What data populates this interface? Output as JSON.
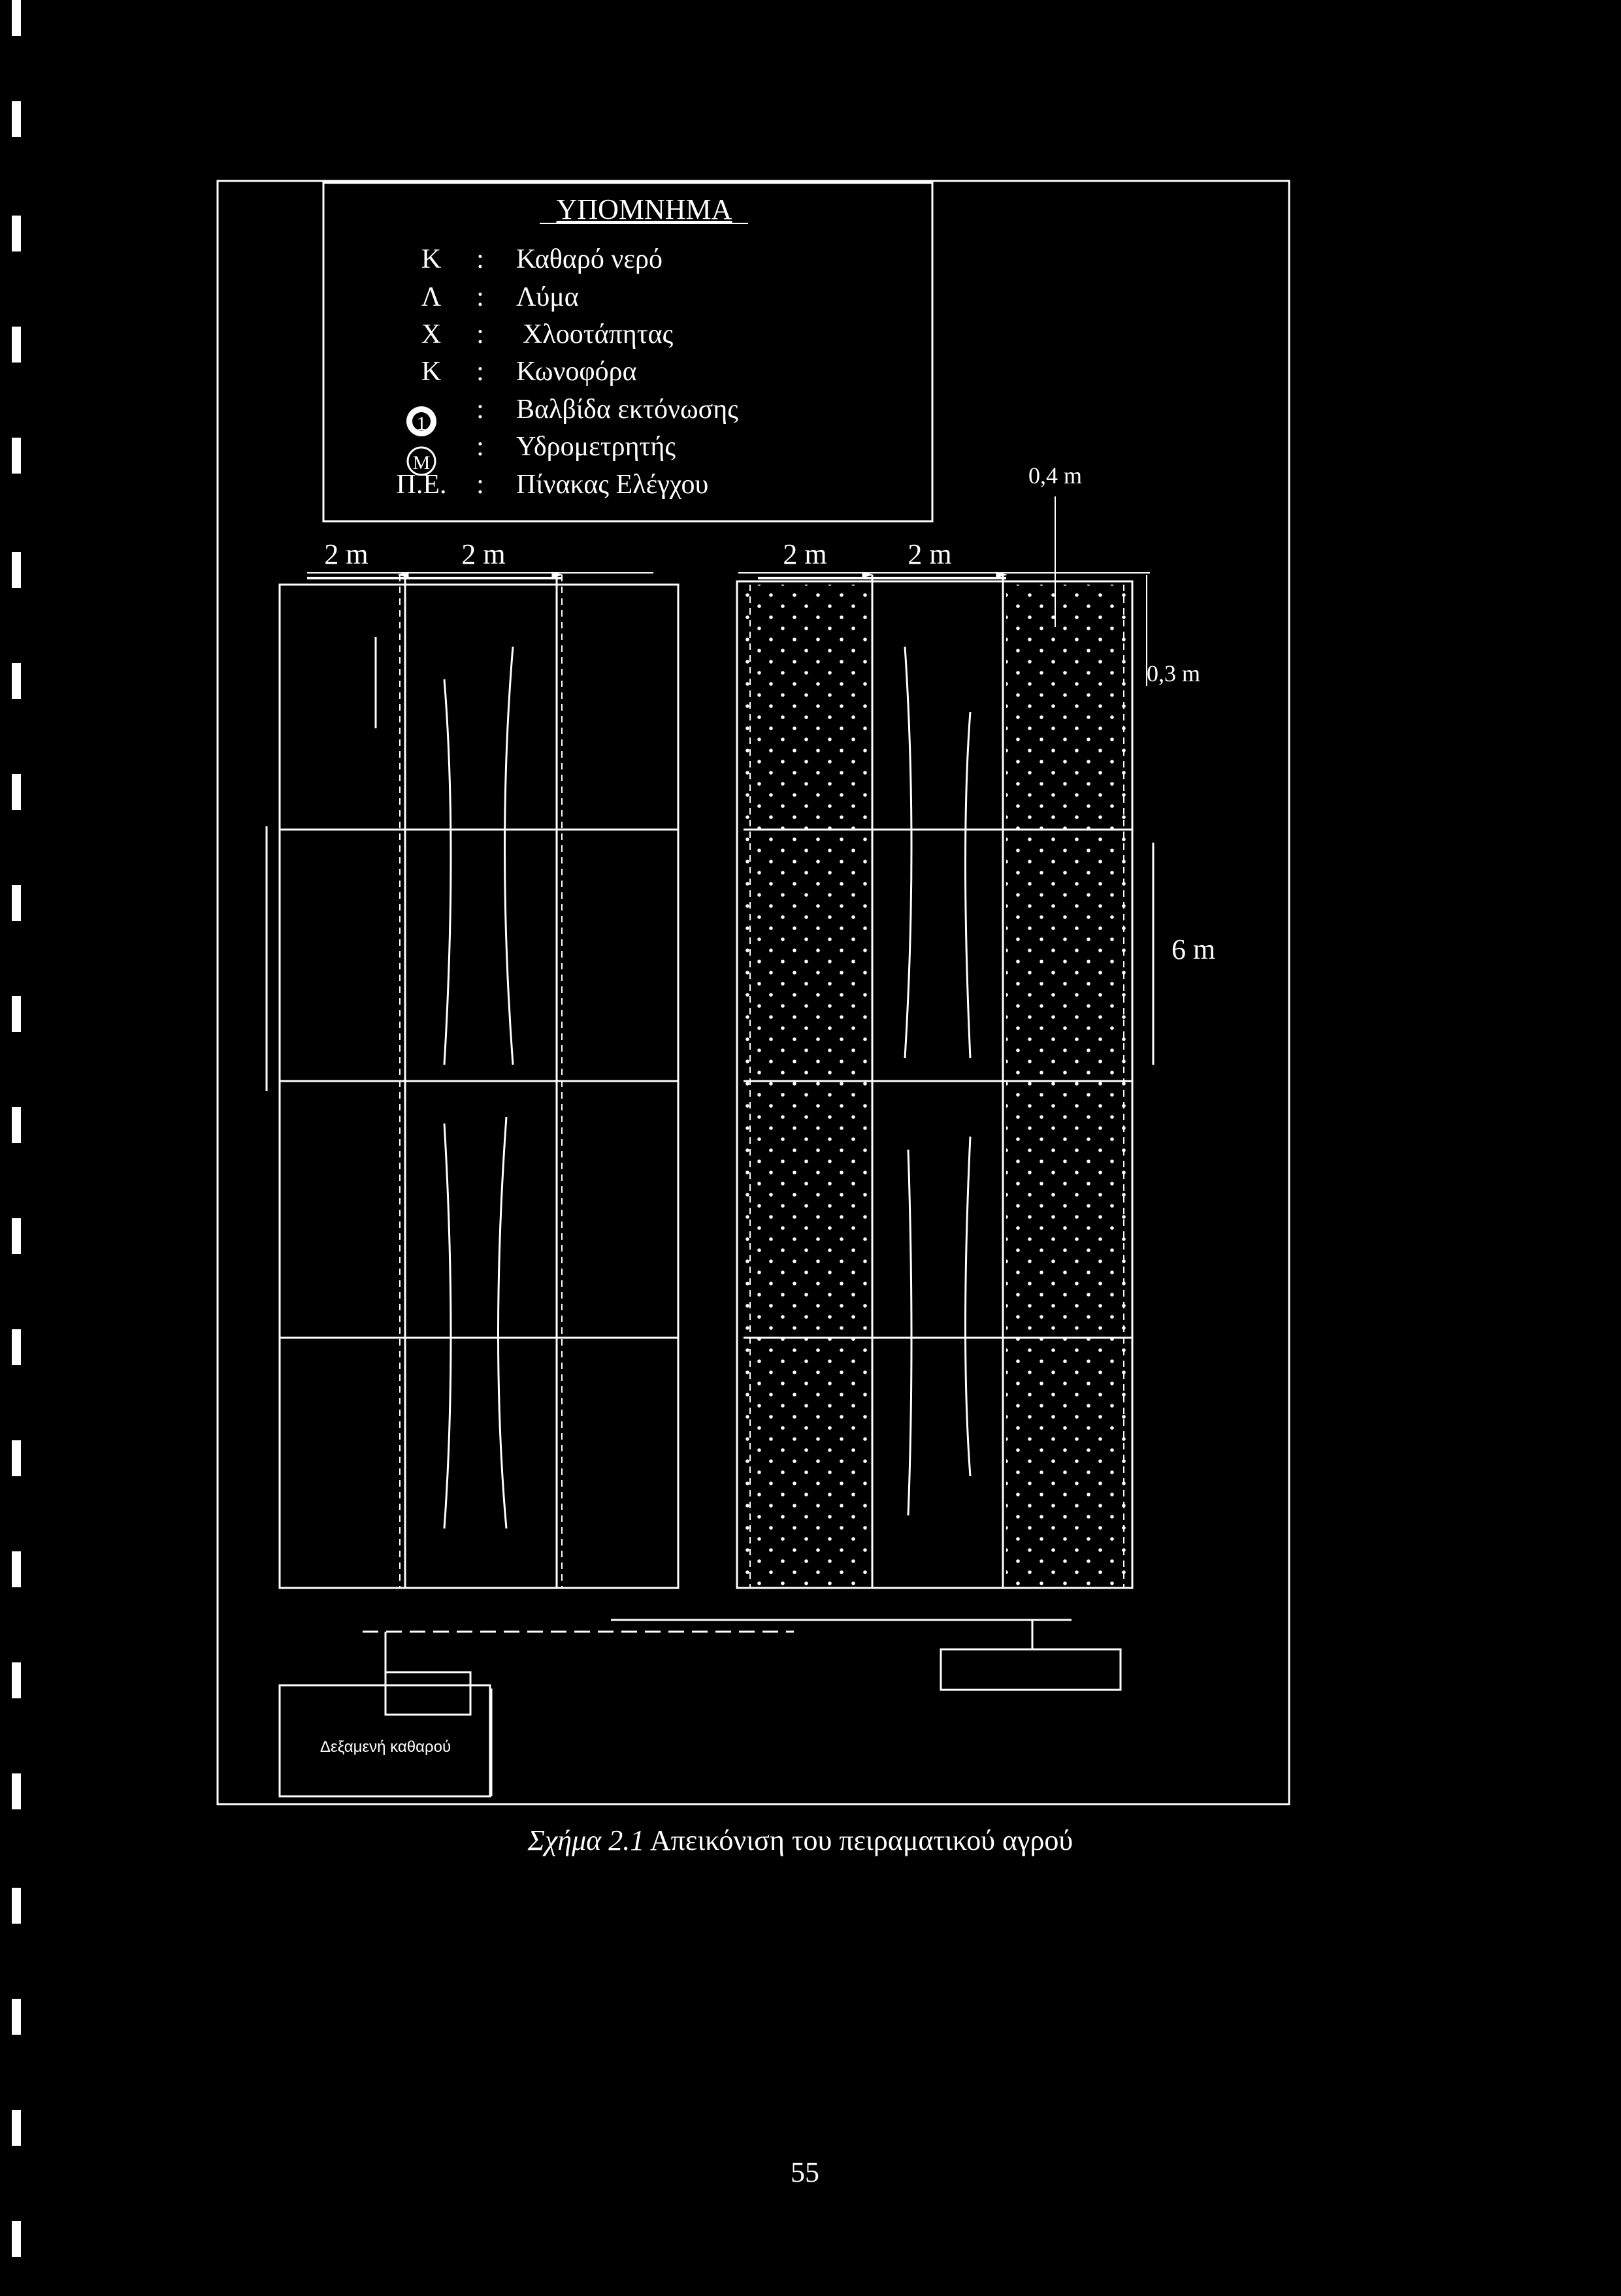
{
  "legend": {
    "title": "ΥΠΟΜΝΗΜΑ",
    "rows": [
      {
        "key": "Κ",
        "sep": ":",
        "desc": "Καθαρό νερό"
      },
      {
        "key": "Λ",
        "sep": ":",
        "desc": "Λύμα"
      },
      {
        "key": "Χ",
        "sep": ":",
        "desc": "Χλοοτάπητας"
      },
      {
        "key": "Κ",
        "sep": ":",
        "desc": "Κωνοφόρα"
      },
      {
        "key": "",
        "sep": ":",
        "desc": "Βαλβίδα εκτόνωσης",
        "icon": "relief-valve-icon"
      },
      {
        "key": "",
        "sep": ":",
        "desc": "Υδρομετρητής",
        "icon": "water-meter-icon"
      },
      {
        "key": "Π.Ε.",
        "sep": ":",
        "desc": "Πίνακας Ελέγχου"
      }
    ],
    "meter_symbol": "M",
    "valve_symbol": "1"
  },
  "dimensions": {
    "col_a": "2 m",
    "col_b": "2 m",
    "col_c": "2 m",
    "col_d": "2 m",
    "gap": "0,4 m",
    "strip": "0,3 m",
    "length": "6 m"
  },
  "tank_label": "Δεξαμενή καθαρού",
  "caption": {
    "prefix": "Σχήμα 2.1",
    "text": " Απεικόνιση του πειραματικού αγρού"
  },
  "page_number": "55"
}
